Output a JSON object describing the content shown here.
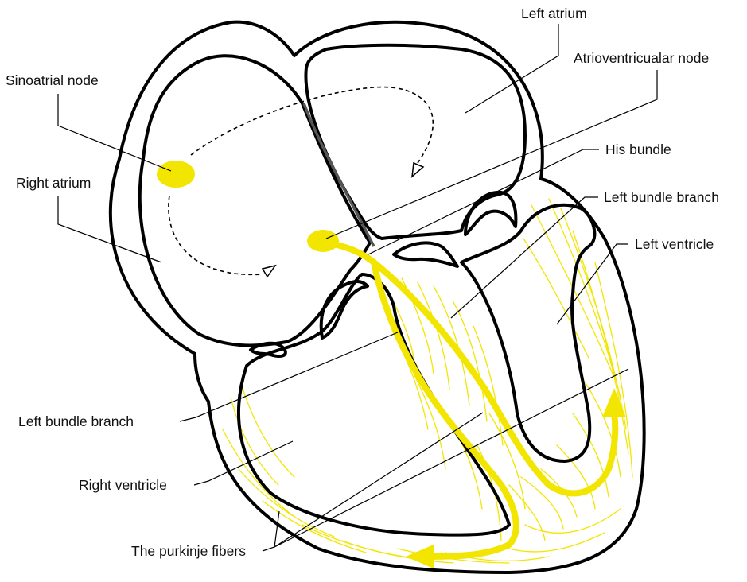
{
  "colors": {
    "conduction": "#f2e600",
    "outline": "#000000",
    "septum": "#555555",
    "background": "#ffffff"
  },
  "labels": {
    "left_atrium": "Left atrium",
    "av_node": "Atrioventricualar node",
    "sa_node": "Sinoatrial node",
    "his_bundle": "His bundle",
    "right_atrium": "Right atrium",
    "left_bundle_branch_right": "Left bundle branch",
    "left_ventricle": "Left ventricle",
    "left_bundle_branch_left": "Left bundle branch",
    "right_ventricle": "Right ventricle",
    "purkinje_fibers": "The purkinje fibers"
  }
}
